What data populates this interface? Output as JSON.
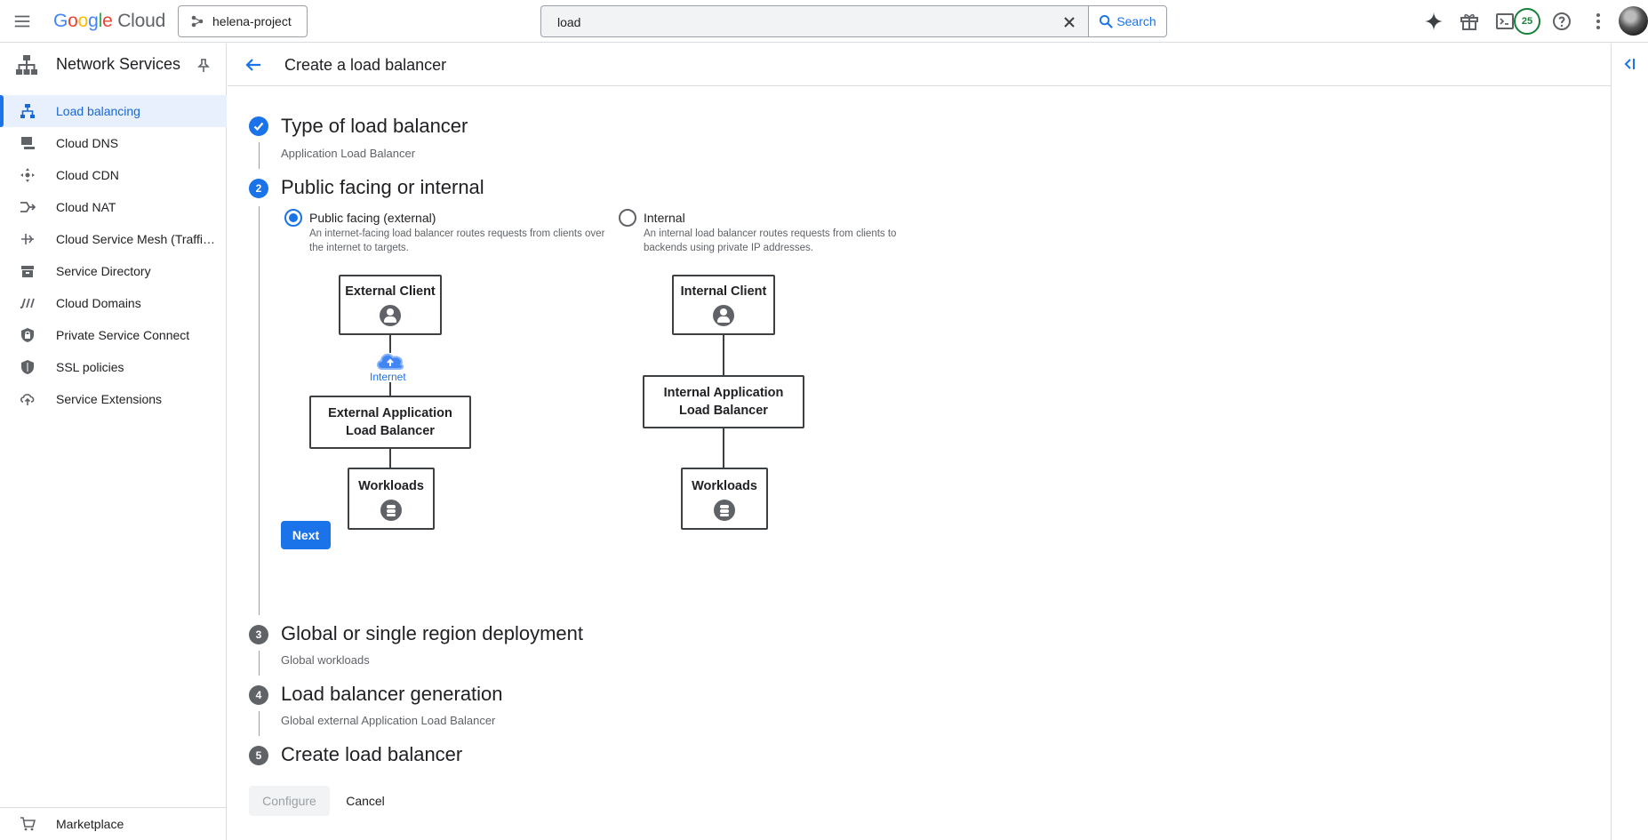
{
  "header": {
    "logo_google": [
      "G",
      "o",
      "o",
      "g",
      "l",
      "e"
    ],
    "logo_cloud": "Cloud",
    "project": "helena-project",
    "search_value": "load",
    "search_button": "Search",
    "notifications_count": "25"
  },
  "sidebar": {
    "title": "Network Services",
    "items": [
      {
        "label": "Load balancing",
        "icon": "load-balancing-icon",
        "active": true
      },
      {
        "label": "Cloud DNS",
        "icon": "dns-icon"
      },
      {
        "label": "Cloud CDN",
        "icon": "cdn-icon"
      },
      {
        "label": "Cloud NAT",
        "icon": "nat-icon"
      },
      {
        "label": "Cloud Service Mesh (Traffic Director)",
        "icon": "service-mesh-icon"
      },
      {
        "label": "Service Directory",
        "icon": "service-directory-icon"
      },
      {
        "label": "Cloud Domains",
        "icon": "domains-icon"
      },
      {
        "label": "Private Service Connect",
        "icon": "private-service-connect-icon"
      },
      {
        "label": "SSL policies",
        "icon": "ssl-policies-icon"
      },
      {
        "label": "Service Extensions",
        "icon": "service-extensions-icon"
      }
    ],
    "marketplace": "Marketplace"
  },
  "page": {
    "title": "Create a load balancer"
  },
  "steps": [
    {
      "number": "1",
      "title": "Type of load balancer",
      "subtitle": "Application Load Balancer",
      "state": "done"
    },
    {
      "number": "2",
      "title": "Public facing or internal",
      "subtitle": "",
      "state": "active"
    },
    {
      "number": "3",
      "title": "Global or single region deployment",
      "subtitle": "Global workloads",
      "state": "pending"
    },
    {
      "number": "4",
      "title": "Load balancer generation",
      "subtitle": "Global external Application Load Balancer",
      "state": "pending"
    },
    {
      "number": "5",
      "title": "Create load balancer",
      "subtitle": "",
      "state": "pending"
    }
  ],
  "options": {
    "external": {
      "label": "Public facing (external)",
      "description": "An internet-facing load balancer routes requests from clients over the internet to targets.",
      "selected": true,
      "diagram": {
        "client": "External Client",
        "network": "Internet",
        "balancer_line1": "External Application",
        "balancer_line2": "Load Balancer",
        "workloads": "Workloads"
      }
    },
    "internal": {
      "label": "Internal",
      "description": "An internal load balancer routes requests from clients to backends using private IP addresses.",
      "selected": false,
      "diagram": {
        "client": "Internal Client",
        "balancer_line1": "Internal Application",
        "balancer_line2": "Load Balancer",
        "workloads": "Workloads"
      }
    }
  },
  "buttons": {
    "next": "Next",
    "configure": "Configure",
    "cancel": "Cancel"
  },
  "colors": {
    "accent": "#1a73e8",
    "done_step": "#1a73e8",
    "pending_step": "#5f6368"
  }
}
